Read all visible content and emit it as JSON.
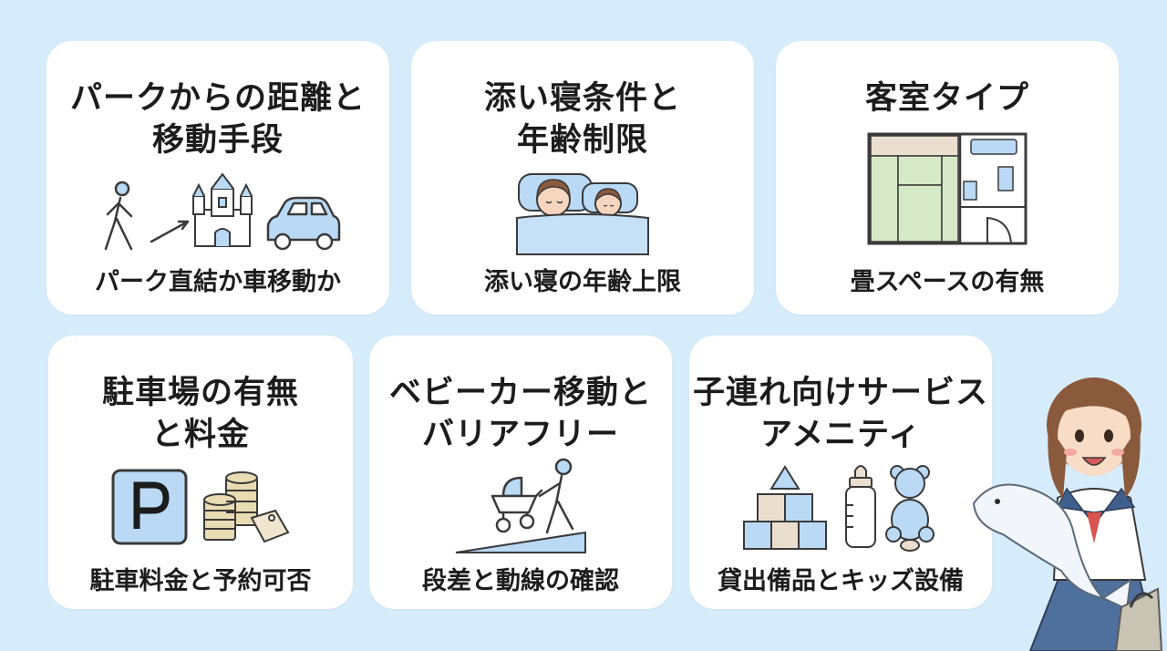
{
  "cards": [
    {
      "title_lines": [
        "パークからの距離と",
        "移動手段"
      ],
      "caption": "パーク直結か車移動か"
    },
    {
      "title_lines": [
        "添い寝条件と",
        "年齢制限"
      ],
      "caption": "添い寝の年齢上限"
    },
    {
      "title_lines": [
        "客室タイプ"
      ],
      "caption": "畳スペースの有無"
    },
    {
      "title_lines": [
        "駐車場の有無",
        "と料金"
      ],
      "caption": "駐車料金と予約可否"
    },
    {
      "title_lines": [
        "ベビーカー移動と",
        "バリアフリー"
      ],
      "caption": "段差と動線の確認"
    },
    {
      "title_lines": [
        "子連れ向けサービス",
        "アメニティ"
      ],
      "caption": "貸出備品とキッズ設備"
    }
  ],
  "icons": {
    "card1": [
      "walking-person-icon",
      "castle-icon",
      "car-icon"
    ],
    "card2": [
      "co-sleeping-icon"
    ],
    "card3": [
      "room-floorplan-icon"
    ],
    "card4": [
      "parking-sign-icon",
      "coins-icon"
    ],
    "card5": [
      "stroller-ramp-icon"
    ],
    "card6": [
      "toy-blocks-icon",
      "baby-bottle-icon",
      "teddy-bear-icon"
    ]
  },
  "colors": {
    "background": "#d6ecfb",
    "card": "#ffffff",
    "accent_blue": "#b9d9f5",
    "tatami_green": "#d7e8c6",
    "line": "#3a3a3a"
  }
}
